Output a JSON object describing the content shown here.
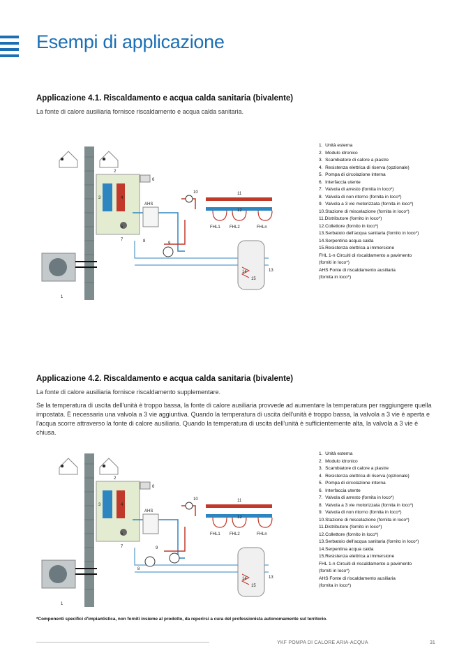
{
  "header": {
    "title": "Esempi di applicazione"
  },
  "section1": {
    "title": "Applicazione 4.1. Riscaldamento e acqua calda sanitaria (bivalente)",
    "subtitle": "La fonte di calore ausiliaria fornisce riscaldamento e acqua calda sanitaria.",
    "legend": [
      "1.  Unità esterna",
      "2.  Modulo idronico",
      "3.  Scambiatore di calore a piastre",
      "4.  Resistenza elettrica di riserva (opzionale)",
      "5.  Pompa di circolazione interna",
      "6.  Interfaccia utente",
      "7.  Valvola di arresto (fornita in loco*)",
      "8.  Valvola di non ritorno (fornita in loco*)",
      "9.  Valvola a 3 vie motorizzata (fornita in loco*)",
      "10.Stazione di miscelazione (fornita in loco*)",
      "11.Distributore (fornito in loco*)",
      "12.Collettore (fornito in loco*)",
      "13.Serbatoio dell'acqua sanitaria (fornito in loco*)",
      "14.Serpentina acqua calda",
      "15.Resistenza elettrica a immersione",
      "FHL 1-n Circuiti di riscaldamento a pavimento",
      "(forniti in loco*)",
      "AHS Fonte di riscaldamento ausiliaria",
      "(fornita in loco*)"
    ],
    "diagram_labels": {
      "n1": "1",
      "n2": "2",
      "n3": "3",
      "n4": "4",
      "n5": "5",
      "n6": "6",
      "n7": "7",
      "n8": "8",
      "n9": "9",
      "n10": "10",
      "n11": "11",
      "n12": "12",
      "n13": "13",
      "n14": "14",
      "n15": "15",
      "ahs": "AHS",
      "fhl1": "FHL1",
      "fhl2": "FHL2",
      "fhln": "FHLn"
    }
  },
  "section2": {
    "title": "Applicazione 4.2. Riscaldamento e acqua calda sanitaria (bivalente)",
    "subtitle": "La fonte di calore ausiliaria fornisce riscaldamento supplementare.",
    "paragraph": "Se la temperatura di uscita dell'unità è troppo bassa, la fonte di calore ausiliaria provvede ad aumentare la temperatura per raggiungere quella impostata. È necessaria una valvola a 3 vie aggiuntiva. Quando la temperatura di uscita dell'unità è troppo bassa, la valvola a 3 vie è aperta e l'acqua scorre attraverso la fonte di calore ausiliaria. Quando la temperatura di uscita dell'unità è sufficientemente alta, la valvola a 3 vie è chiusa.",
    "legend": [
      "1.  Unità esterna",
      "2.  Modulo idronico",
      "3.  Scambiatore di calore a piastre",
      "4.  Resistenza elettrica di riserva (opzionale)",
      "5.  Pompa di circolazione interna",
      "6.  Interfaccia utente",
      "7.  Valvola di arresto (fornita in loco*)",
      "8.  Valvola a 3 vie motorizzata (fornita in loco*)",
      "9.  Valvola di non ritorno (fornita in loco*)",
      "10.Stazione di miscelazione (fornita in loco*)",
      "11.Distributore (fornito in loco*)",
      "12.Collettore (fornito in loco*)",
      "13.Serbatoio dell'acqua sanitaria (fornito in loco*)",
      "14.Serpentina acqua calda",
      "15.Resistenza elettrica a immersione",
      "FHL 1-n Circuiti di riscaldamento a pavimento",
      "(forniti in loco*)",
      "AHS Fonte di riscaldamento ausiliaria",
      "(fornita in loco*)"
    ],
    "diagram_labels": {
      "n1": "1",
      "n2": "2",
      "n3": "3",
      "n4": "4",
      "n5": "5",
      "n6": "6",
      "n7": "7",
      "n8": "8",
      "n9": "9",
      "n10": "10",
      "n11": "11",
      "n12": "12",
      "n13": "13",
      "n14": "14",
      "n15": "15",
      "ahs": "AHS",
      "fhl1": "FHL1",
      "fhl2": "FHL2",
      "fhln": "FHLn"
    }
  },
  "footnote": "*Componenti specifici d'impiantistica, non forniti insieme al prodotto, da reperirsi a cura del professionista autonomamente sul territorio.",
  "footer": {
    "brand_text": "YKF POMPA DI CALORE ARIA-ACQUA",
    "page_number": "31"
  },
  "colors": {
    "accent": "#1b6fb5",
    "hot_pipe": "#c0392b",
    "cold_pipe": "#2e86c1",
    "module_bg": "#e3ecd0"
  }
}
